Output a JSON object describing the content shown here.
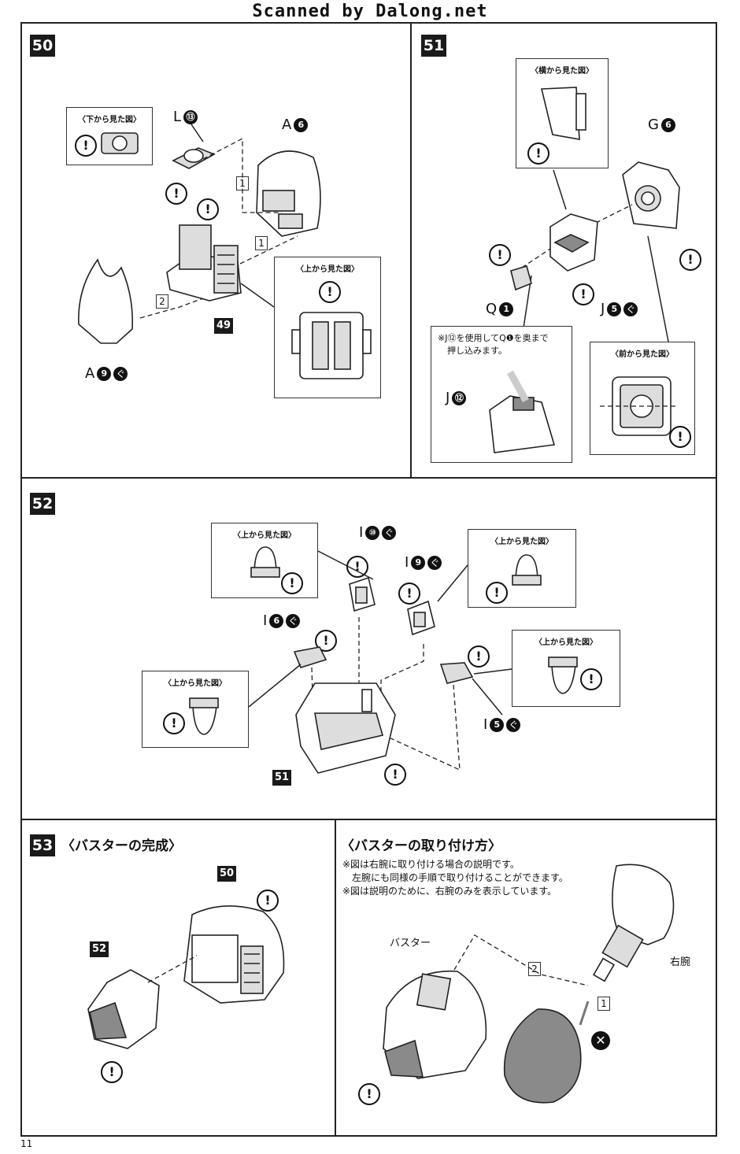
{
  "header": "Scanned by Dalong.net",
  "page_number": "11",
  "steps": {
    "s50": {
      "num": "50",
      "callout_bottom": "〈下から見た図〉",
      "callout_top": "〈上から見た図〉",
      "lbl_L": "L",
      "n_L": "⑬",
      "lbl_A1": "A",
      "n_A1": "6",
      "lbl_A2": "A",
      "n_A2": "9",
      "ref": "49",
      "seq": [
        "1",
        "1",
        "2"
      ]
    },
    "s51": {
      "num": "51",
      "callout_side": "〈横から見た図〉",
      "callout_front": "〈前から見た図〉",
      "lbl_G": "G",
      "n_G": "6",
      "lbl_Q": "Q",
      "n_Q": "1",
      "lbl_J": "J",
      "n_J": "5",
      "lbl_J2": "J",
      "n_J2": "⑫",
      "note_line1": "※J⑫を使用してQ❶を奥まで",
      "note_line2": "押し込みます。"
    },
    "s52": {
      "num": "52",
      "callout_title": "〈上から見た図〉",
      "lbl_I10": "I",
      "n_I10": "⑩",
      "lbl_I9": "I",
      "n_I9": "9",
      "lbl_I6": "I",
      "n_I6": "6",
      "lbl_I5": "I",
      "n_I5": "5",
      "ref": "51"
    },
    "s53": {
      "num": "53",
      "title": "〈バスターの完成〉",
      "ref_a": "50",
      "ref_b": "52"
    },
    "attach": {
      "title": "〈バスターの取り付け方〉",
      "note1": "※図は右腕に取り付ける場合の説明です。",
      "note2": "左腕にも同様の手順で取り付けることができます。",
      "note3": "※図は説明のために、右腕のみを表示しています。",
      "lbl_buster": "バスター",
      "lbl_arm": "右腕",
      "seq": [
        "2",
        "1"
      ]
    }
  },
  "symbols": {
    "warning": "!",
    "cross": "✕",
    "cut": "ぐ"
  }
}
